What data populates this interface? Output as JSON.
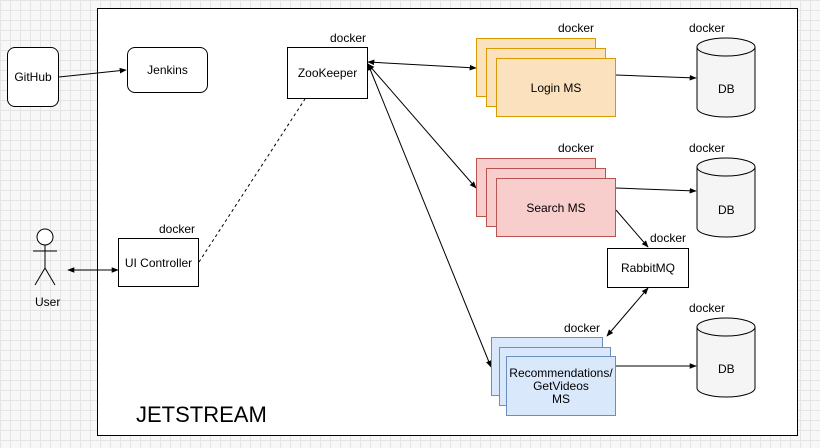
{
  "diagram": {
    "frame_title": "JETSTREAM",
    "nodes": {
      "github": "GitHub",
      "jenkins": "Jenkins",
      "zookeeper": "ZooKeeper",
      "ui_controller": "UI Controller",
      "user": "User",
      "login_ms": "Login MS",
      "search_ms": "Search MS",
      "recommendations_ms": "Recommendations/\nGetVideos\nMS",
      "rabbitmq": "RabbitMQ",
      "db_login": "DB",
      "db_search": "DB",
      "db_reco": "DB"
    },
    "tags": {
      "zookeeper": "docker",
      "ui_controller": "docker",
      "login_ms": "docker",
      "search_ms": "docker",
      "recommendations_ms": "docker",
      "rabbitmq": "docker",
      "db_login": "docker",
      "db_search": "docker",
      "db_reco": "docker"
    },
    "colors": {
      "login_fill": "#fbe1bd",
      "login_stroke": "#d79b00",
      "search_fill": "#f8cecc",
      "search_stroke": "#b85450",
      "reco_fill": "#dae8fc",
      "reco_stroke": "#6c8ebf",
      "db_fill": "#f5f5f5"
    }
  }
}
